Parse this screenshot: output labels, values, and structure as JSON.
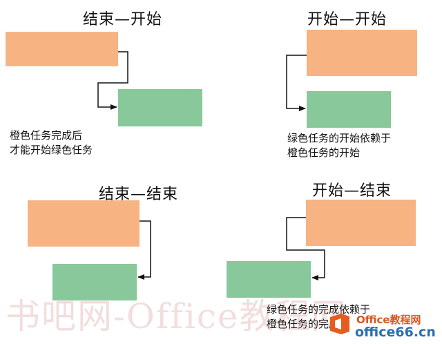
{
  "panels": [
    {
      "title": "结束—开始",
      "caption": [
        "橙色任务完成后",
        "才能开始绿色任务"
      ]
    },
    {
      "title": "开始—开始",
      "caption": [
        "绿色任务的开始依赖于",
        "橙色任务的开始"
      ]
    },
    {
      "title": "结束—结束",
      "caption": []
    },
    {
      "title": "开始—结束",
      "caption": [
        "绿色任务的完成依赖于",
        "橙色任务的完成"
      ]
    }
  ],
  "colors": {
    "predecessor": "#f7b382",
    "successor": "#88c89a",
    "connector": "#111111"
  },
  "watermark": {
    "text": "书吧网-Office教程网"
  },
  "logo": {
    "line1": "Office教程网",
    "line2": "office66.cn",
    "icon": "office-logo-icon"
  }
}
